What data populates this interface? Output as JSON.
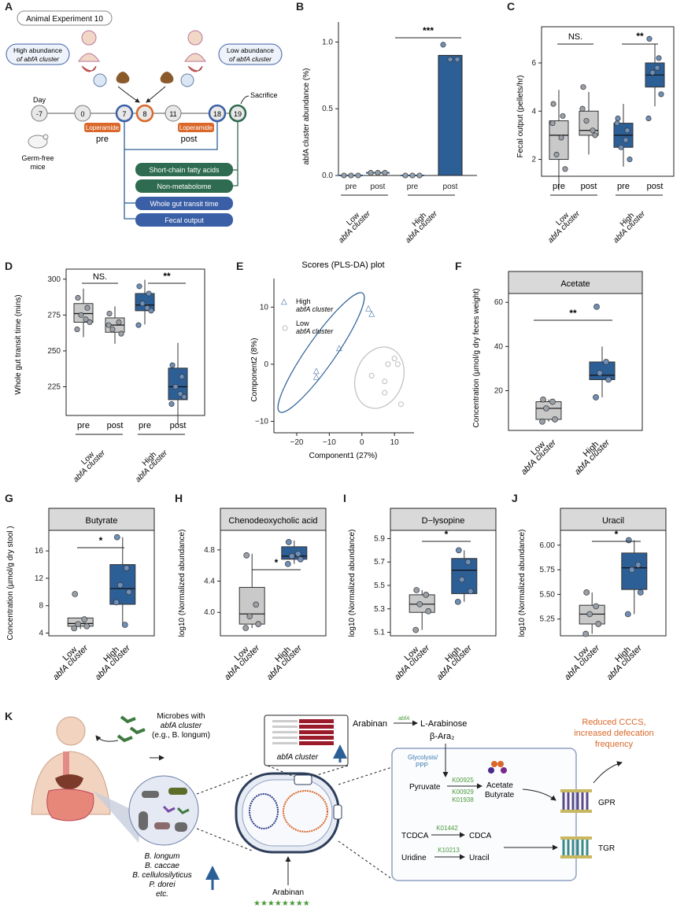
{
  "panels": {
    "A": "A",
    "B": "B",
    "C": "C",
    "D": "D",
    "E": "E",
    "F": "F",
    "G": "G",
    "H": "H",
    "I": "I",
    "J": "J",
    "K": "K"
  },
  "panelA": {
    "title": "Animal Experiment 10",
    "high_label_1": "High abundance",
    "high_label_2": "of abfA cluster",
    "low_label_1": "Low abundance",
    "low_label_2": "of abfA cluster",
    "day_label": "Day",
    "days": [
      "-7",
      "0",
      "7",
      "8",
      "11",
      "18",
      "19"
    ],
    "sacrifice": "Sacrifice",
    "loperamide": "Loperamide",
    "pre": "pre",
    "post": "post",
    "mice_1": "Germ-free",
    "mice_2": "mice",
    "measures": [
      "Short-chain fatty acids",
      "Non-metabolome",
      "Whole gut transit time",
      "Fecal output"
    ]
  },
  "common": {
    "pre": "pre",
    "post": "post",
    "low": "Low",
    "high": "High",
    "cluster": "abfA cluster",
    "ns": "NS.",
    "sig1": "*",
    "sig2": "**",
    "sig3": "***"
  },
  "panelB": {
    "ylabel": "abfA cluster abundance (%)",
    "yticks": [
      "0.0",
      "0.5",
      "1.0"
    ]
  },
  "panelC": {
    "ylabel": "Fecal output (pellets/hr)",
    "yticks": [
      "2",
      "4",
      "6"
    ]
  },
  "panelD": {
    "ylabel": "Whole gut transit time (mins)",
    "yticks": [
      "225",
      "250",
      "275",
      "300"
    ]
  },
  "panelE": {
    "title": "Scores (PLS-DA) plot",
    "legend_high_1": "High",
    "legend_high_2": "abfA cluster",
    "legend_low_1": "Low",
    "legend_low_2": "abfA cluster",
    "xlabel": "Component1 (27%)",
    "ylabel": "Component2 (8%)",
    "xticks": [
      "−20",
      "−10",
      "0",
      "10"
    ],
    "yticks": [
      "−10",
      "0",
      "10"
    ]
  },
  "panelF": {
    "header": "Acetate",
    "ylabel": "Concentration (µmol/g dry feces weight)",
    "yticks": [
      "20",
      "40",
      "60"
    ]
  },
  "panelG": {
    "header": "Butyrate",
    "ylabel": "Concentration (µmol/g dry stool )",
    "yticks": [
      "4",
      "8",
      "12",
      "16"
    ]
  },
  "panelH": {
    "header": "Chenodeoxycholic acid",
    "ylabel": "log10 (Normalized abundance)",
    "yticks": [
      "4.0",
      "4.4",
      "4.8"
    ]
  },
  "panelI": {
    "header": "D−lysopine",
    "ylabel": "log10 (Normalized abundance)",
    "yticks": [
      "5.1",
      "5.3",
      "5.5",
      "5.7",
      "5.9"
    ]
  },
  "panelJ": {
    "header": "Uracil",
    "ylabel": "log10 (Normalized abundance)",
    "yticks": [
      "5.25",
      "5.50",
      "5.75",
      "6.00"
    ]
  },
  "panelK": {
    "microbes_1": "Microbes with",
    "microbes_2": "abfA cluster",
    "microbes_3": "(e.g., B. longum)",
    "species": [
      "B. longum",
      "B. caccae",
      "B. cellulosilyticus",
      "P. dorei",
      "etc."
    ],
    "cluster_label": "abfA cluster",
    "arabinan": "Arabinan",
    "arabinan_top": "Arabinan",
    "abfa": "abfA",
    "larabinose": "L-Arabinose",
    "beta_ara": "β-Ara₂",
    "glycolysis_1": "Glycolysis/",
    "glycolysis_2": "PPP",
    "pyruvate": "Pyruvate",
    "k1": "K00925",
    "k2": "K00929",
    "k3": "K01938",
    "acetate": "Acetate",
    "butyrate": "Butyrate",
    "tcdca": "TCDCA",
    "k4": "K01442",
    "cdca": "CDCA",
    "uridine": "Uridine",
    "k5": "K10213",
    "uracil": "Uracil",
    "gpr": "GPR",
    "tgr": "TGR",
    "outcome_1": "Reduced CCCS,",
    "outcome_2": "increased defecation",
    "outcome_3": "frequency"
  },
  "colors": {
    "blue": "#2d5f97",
    "grey": "#c9c9c9",
    "orange": "#d9682a",
    "green": "#2e6b50",
    "kegg": "#4a9a3a"
  },
  "chart_data": [
    {
      "panel": "B",
      "type": "bar",
      "categories": [
        "Low pre",
        "Low post",
        "High pre",
        "High post"
      ],
      "values": [
        0.0,
        0.02,
        0.0,
        0.9
      ],
      "ylabel": "abfA cluster abundance (%)",
      "ylim": [
        0,
        1.1
      ]
    },
    {
      "panel": "C",
      "type": "box",
      "categories": [
        "Low pre",
        "Low post",
        "High pre",
        "High post"
      ],
      "medians": [
        3.0,
        3.2,
        3.0,
        5.5
      ],
      "q1": [
        2.0,
        3.0,
        2.5,
        5.0
      ],
      "q3": [
        3.6,
        4.0,
        3.5,
        6.0
      ],
      "ylabel": "Fecal output (pellets/hr)",
      "ylim": [
        1.3,
        7.5
      ]
    },
    {
      "panel": "D",
      "type": "box",
      "categories": [
        "Low pre",
        "Low post",
        "High pre",
        "High post"
      ],
      "medians": [
        276,
        268,
        282,
        225
      ],
      "q1": [
        270,
        263,
        278,
        216
      ],
      "q3": [
        283,
        273,
        290,
        238
      ],
      "ylabel": "Whole gut transit time (mins)",
      "ylim": [
        200,
        305
      ]
    },
    {
      "panel": "E",
      "type": "scatter",
      "series": [
        {
          "name": "High abfA cluster",
          "x": [
            -14,
            -14,
            -7,
            2,
            3
          ],
          "y": [
            -1,
            -2,
            3,
            10,
            9
          ]
        },
        {
          "name": "Low abfA cluster",
          "x": [
            3,
            7,
            8,
            10,
            11,
            12,
            7
          ],
          "y": [
            -2,
            -3,
            0,
            1,
            0,
            -7,
            -5
          ]
        }
      ],
      "xlabel": "Component1 (27%)",
      "ylabel": "Component2 (8%)"
    },
    {
      "panel": "F",
      "type": "box",
      "categories": [
        "Low abfA cluster",
        "High abfA cluster"
      ],
      "medians": [
        12,
        27
      ],
      "q1": [
        7,
        25
      ],
      "q3": [
        15,
        33
      ],
      "ylabel": "Concentration (µmol/g dry feces weight)"
    },
    {
      "panel": "G",
      "type": "box",
      "categories": [
        "Low abfA cluster",
        "High abfA cluster"
      ],
      "medians": [
        5.4,
        10.5
      ],
      "q1": [
        5.0,
        8.2
      ],
      "q3": [
        6.2,
        14.0
      ],
      "ylabel": "Concentration (µmol/g dry stool )"
    },
    {
      "panel": "H",
      "type": "box",
      "categories": [
        "Low abfA cluster",
        "High abfA cluster"
      ],
      "medians": [
        3.98,
        4.72
      ],
      "q1": [
        3.85,
        4.68
      ],
      "q3": [
        4.32,
        4.84
      ],
      "ylabel": "log10 (Normalized abundance)"
    },
    {
      "panel": "I",
      "type": "box",
      "categories": [
        "Low abfA cluster",
        "High abfA cluster"
      ],
      "medians": [
        5.34,
        5.63
      ],
      "q1": [
        5.27,
        5.43
      ],
      "q3": [
        5.42,
        5.73
      ],
      "ylabel": "log10 (Normalized abundance)"
    },
    {
      "panel": "J",
      "type": "box",
      "categories": [
        "Low abfA cluster",
        "High abfA cluster"
      ],
      "medians": [
        5.3,
        5.77
      ],
      "q1": [
        5.2,
        5.55
      ],
      "q3": [
        5.39,
        5.92
      ],
      "ylabel": "log10 (Normalized abundance)"
    }
  ]
}
